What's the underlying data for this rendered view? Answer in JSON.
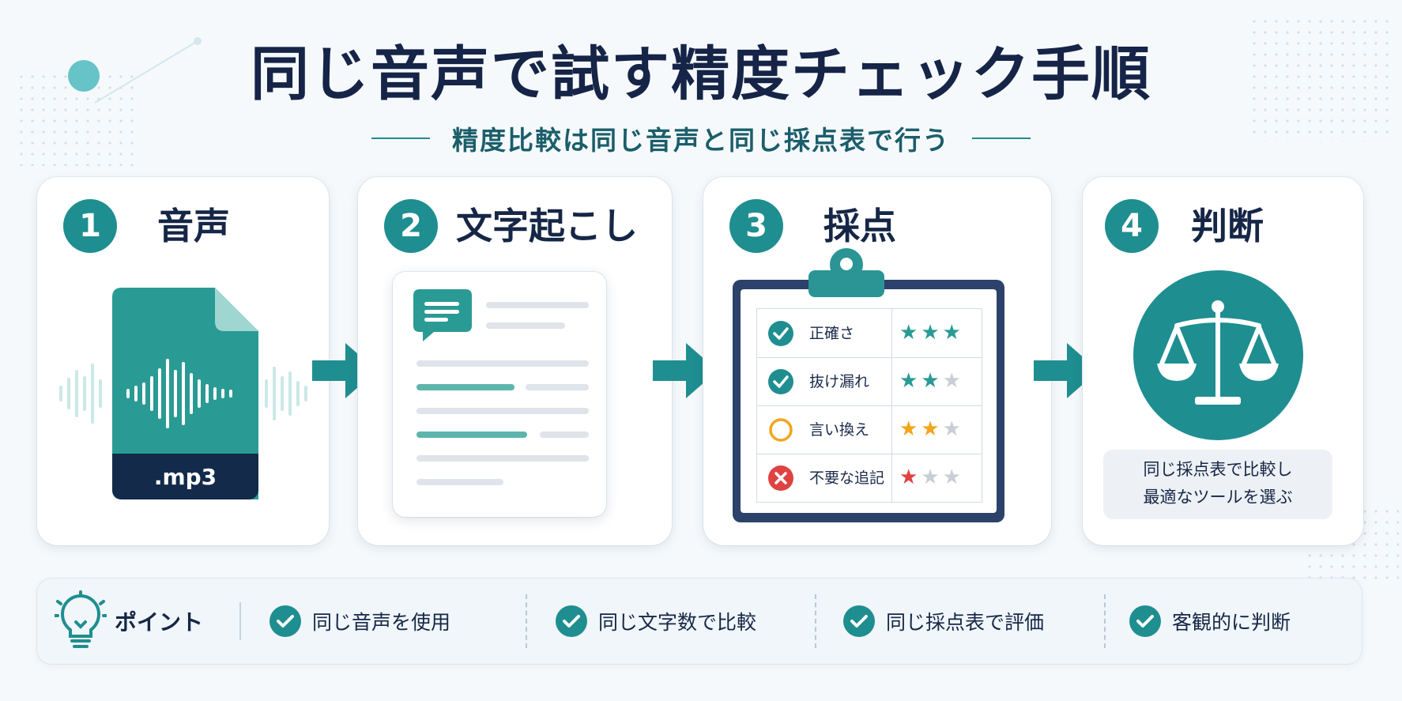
{
  "title": "同じ音声で試す精度チェック手順",
  "subtitle": "精度比較は同じ音声と同じ採点表で行う",
  "steps": [
    {
      "number": "1",
      "label": "音声"
    },
    {
      "number": "2",
      "label": "文字起こし"
    },
    {
      "number": "3",
      "label": "採点"
    },
    {
      "number": "4",
      "label": "判断"
    }
  ],
  "audio_file": {
    "extension": ".mp3"
  },
  "scoring": {
    "rows": [
      {
        "status": "check",
        "label": "正確さ",
        "stars": 3
      },
      {
        "status": "check",
        "label": "抜け漏れ",
        "stars": 2
      },
      {
        "status": "circle",
        "label": "言い換え",
        "stars": 2
      },
      {
        "status": "cross",
        "label": "不要な追記",
        "stars": 1
      }
    ],
    "max_stars": 3
  },
  "judgement": {
    "line1": "同じ採点表で比較し",
    "line2": "最適なツールを選ぶ"
  },
  "points": {
    "title": "ポイント",
    "items": [
      "同じ音声を使用",
      "同じ文字数で比較",
      "同じ採点表で評価",
      "客観的に判断"
    ]
  },
  "colors": {
    "teal": "#1f8e90",
    "navy": "#152447",
    "star_teal": "#2a9a94",
    "star_orange": "#f3a51c",
    "star_red": "#e04141",
    "star_empty": "#c9ced6"
  }
}
